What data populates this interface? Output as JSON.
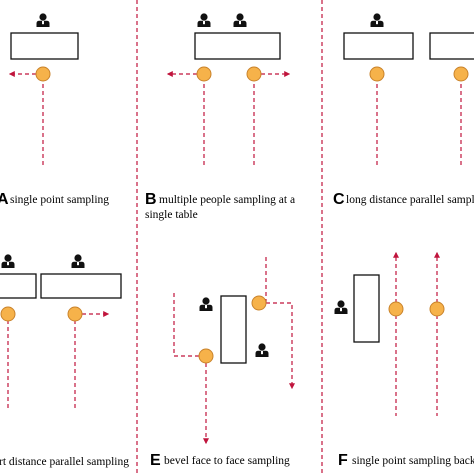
{
  "colors": {
    "dashed_line": "#c0143c",
    "sampling_point_fill": "#f6b24a",
    "sampling_point_stroke": "#c9822a",
    "person_icon": "#111111",
    "table_stroke": "#111111"
  },
  "icons": {
    "person": "person-icon",
    "sampling_point": "sampling-point-icon",
    "table": "table-rectangle"
  },
  "panels": [
    {
      "id": "a",
      "letter": "A",
      "caption_lines": [
        "single point sampling"
      ]
    },
    {
      "id": "b",
      "letter": "B",
      "caption_lines": [
        "multiple people sampling at a",
        "single table"
      ]
    },
    {
      "id": "c",
      "letter": "C",
      "caption_lines": [
        "long distance parallel sampling"
      ]
    },
    {
      "id": "d",
      "letter": "",
      "caption_lines": [
        "rt distance parallel sampling"
      ]
    },
    {
      "id": "e",
      "letter": "E",
      "caption_lines": [
        "bevel face to face sampling"
      ]
    },
    {
      "id": "f",
      "letter": "F",
      "caption_lines": [
        "single point sampling back to"
      ]
    }
  ]
}
